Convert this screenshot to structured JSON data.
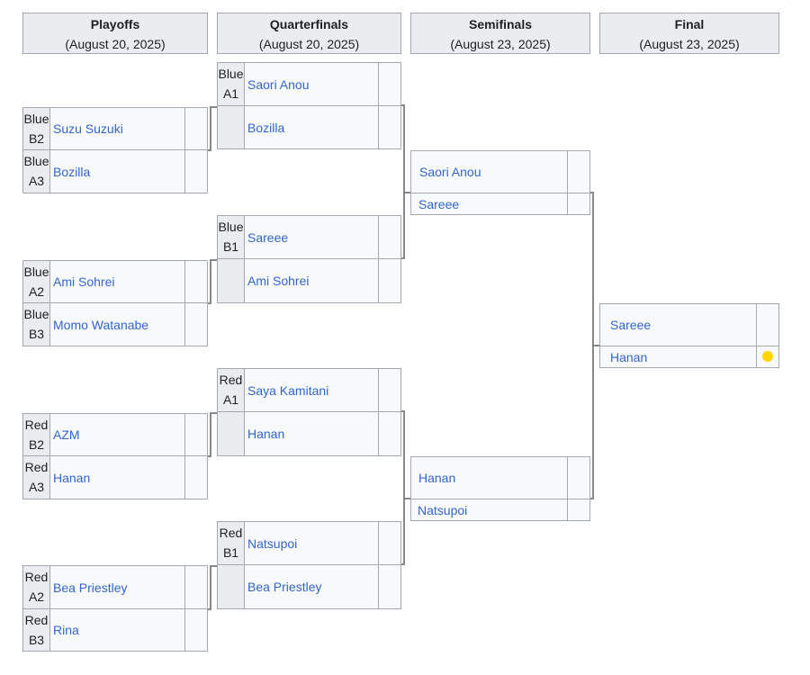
{
  "rounds": [
    {
      "title": "Playoffs",
      "date": "(August 20, 2025)"
    },
    {
      "title": "Quarterfinals",
      "date": "(August 20, 2025)"
    },
    {
      "title": "Semifinals",
      "date": "(August 23, 2025)"
    },
    {
      "title": "Final",
      "date": "(August 23, 2025)"
    }
  ],
  "playoffs": [
    {
      "top": {
        "seed_a": "Blue",
        "seed_b": "B2",
        "name": "Suzu Suzuki"
      },
      "bottom": {
        "seed_a": "Blue",
        "seed_b": "A3",
        "name": "Bozilla"
      }
    },
    {
      "top": {
        "seed_a": "Blue",
        "seed_b": "A2",
        "name": "Ami Sohrei"
      },
      "bottom": {
        "seed_a": "Blue",
        "seed_b": "B3",
        "name": "Momo Watanabe"
      }
    },
    {
      "top": {
        "seed_a": "Red",
        "seed_b": "B2",
        "name": "AZM"
      },
      "bottom": {
        "seed_a": "Red",
        "seed_b": "A3",
        "name": "Hanan"
      }
    },
    {
      "top": {
        "seed_a": "Red",
        "seed_b": "A2",
        "name": "Bea Priestley"
      },
      "bottom": {
        "seed_a": "Red",
        "seed_b": "B3",
        "name": "Rina"
      }
    }
  ],
  "quarterfinals": [
    {
      "top": {
        "seed_a": "Blue",
        "seed_b": "A1",
        "name": "Saori Anou"
      },
      "bottom": {
        "name": "Bozilla"
      }
    },
    {
      "top": {
        "seed_a": "Blue",
        "seed_b": "B1",
        "name": "Sareee"
      },
      "bottom": {
        "name": "Ami Sohrei"
      }
    },
    {
      "top": {
        "seed_a": "Red",
        "seed_b": "A1",
        "name": "Saya Kamitani"
      },
      "bottom": {
        "name": "Hanan"
      }
    },
    {
      "top": {
        "seed_a": "Red",
        "seed_b": "B1",
        "name": "Natsupoi"
      },
      "bottom": {
        "name": "Bea Priestley"
      }
    }
  ],
  "semifinals": [
    {
      "top": {
        "name": "Saori Anou"
      },
      "bottom": {
        "name": "Sareee"
      }
    },
    {
      "top": {
        "name": "Hanan"
      },
      "bottom": {
        "name": "Natsupoi"
      }
    }
  ],
  "final": {
    "top": {
      "name": "Sareee"
    },
    "bottom": {
      "name": "Hanan"
    }
  },
  "winner_marker_color": "#ffd700"
}
